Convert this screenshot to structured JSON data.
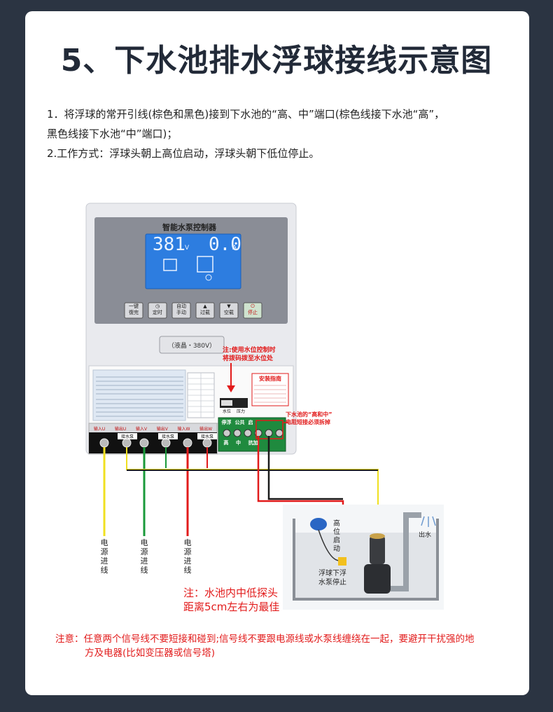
{
  "title": "5、下水池排水浮球接线示意图",
  "instructions": {
    "line1": "1．将浮球的常开引线(棕色和黑色)接到下水池的“高、中”端口(棕色线接下水池“高”，",
    "line2": "黑色线接下水池“中”端口)；",
    "line3": "2.工作方式：浮球头朝上高位启动，浮球头朝下低位停止。"
  },
  "device": {
    "header": "智能水泵控制器",
    "lcd_voltage": "381",
    "lcd_voltage_unit": "V",
    "lcd_current": "0.0",
    "lcd_current_unit": "A",
    "buttons": [
      {
        "l1": "一键",
        "l2": "復完"
      },
      {
        "l1": "",
        "l2": "定时"
      },
      {
        "l1": "自动",
        "l2": "手动"
      },
      {
        "l1": "",
        "l2": "过载"
      },
      {
        "l1": "",
        "l2": "空载"
      },
      {
        "l1": "",
        "l2": "停止"
      }
    ],
    "model": "（液晶・380V）",
    "install_guide_title": "安装指南",
    "terminals": [
      "输入U",
      "输出U",
      "输入V",
      "输出V",
      "输入W",
      "输出W"
    ],
    "pump_labels": [
      "接水泵",
      "接水泵",
      "接水泵"
    ],
    "signal_labels": [
      "停浮",
      "公共",
      "启"
    ],
    "bottom_labels": [
      "高",
      "中",
      "抗加"
    ],
    "switch_labels": [
      "水位",
      "压力"
    ]
  },
  "annotations": {
    "jumper_note_l1": "注:使用水位控制时",
    "jumper_note_l2": "将拨码拨至水位处",
    "remove_note_l1": "下水池的“高和中”",
    "remove_note_l2": "电阻短接必须拆掉",
    "power_in": "电源进线",
    "high_start": "高位启动",
    "water_out": "出水",
    "float_down": "浮球下浮",
    "pump_stop": "水泵停止",
    "probe_note_l1": "注：水池内中低探头",
    "probe_note_l2": "距离5cm左右为最佳"
  },
  "note": {
    "l1": "注意：任意两个信号线不要短接和碰到;信号线不要跟电源线或水泵线缠绕在一起，要避开干扰强的地",
    "l2": "方及电器(比如变压器或信号塔)"
  },
  "colors": {
    "background": "#2b3442",
    "wire_yellow": "#f0e020",
    "wire_green": "#1a9a3a",
    "wire_red": "#e21b1b",
    "wire_black": "#1a1a1a",
    "lcd": "#2d7de0"
  }
}
